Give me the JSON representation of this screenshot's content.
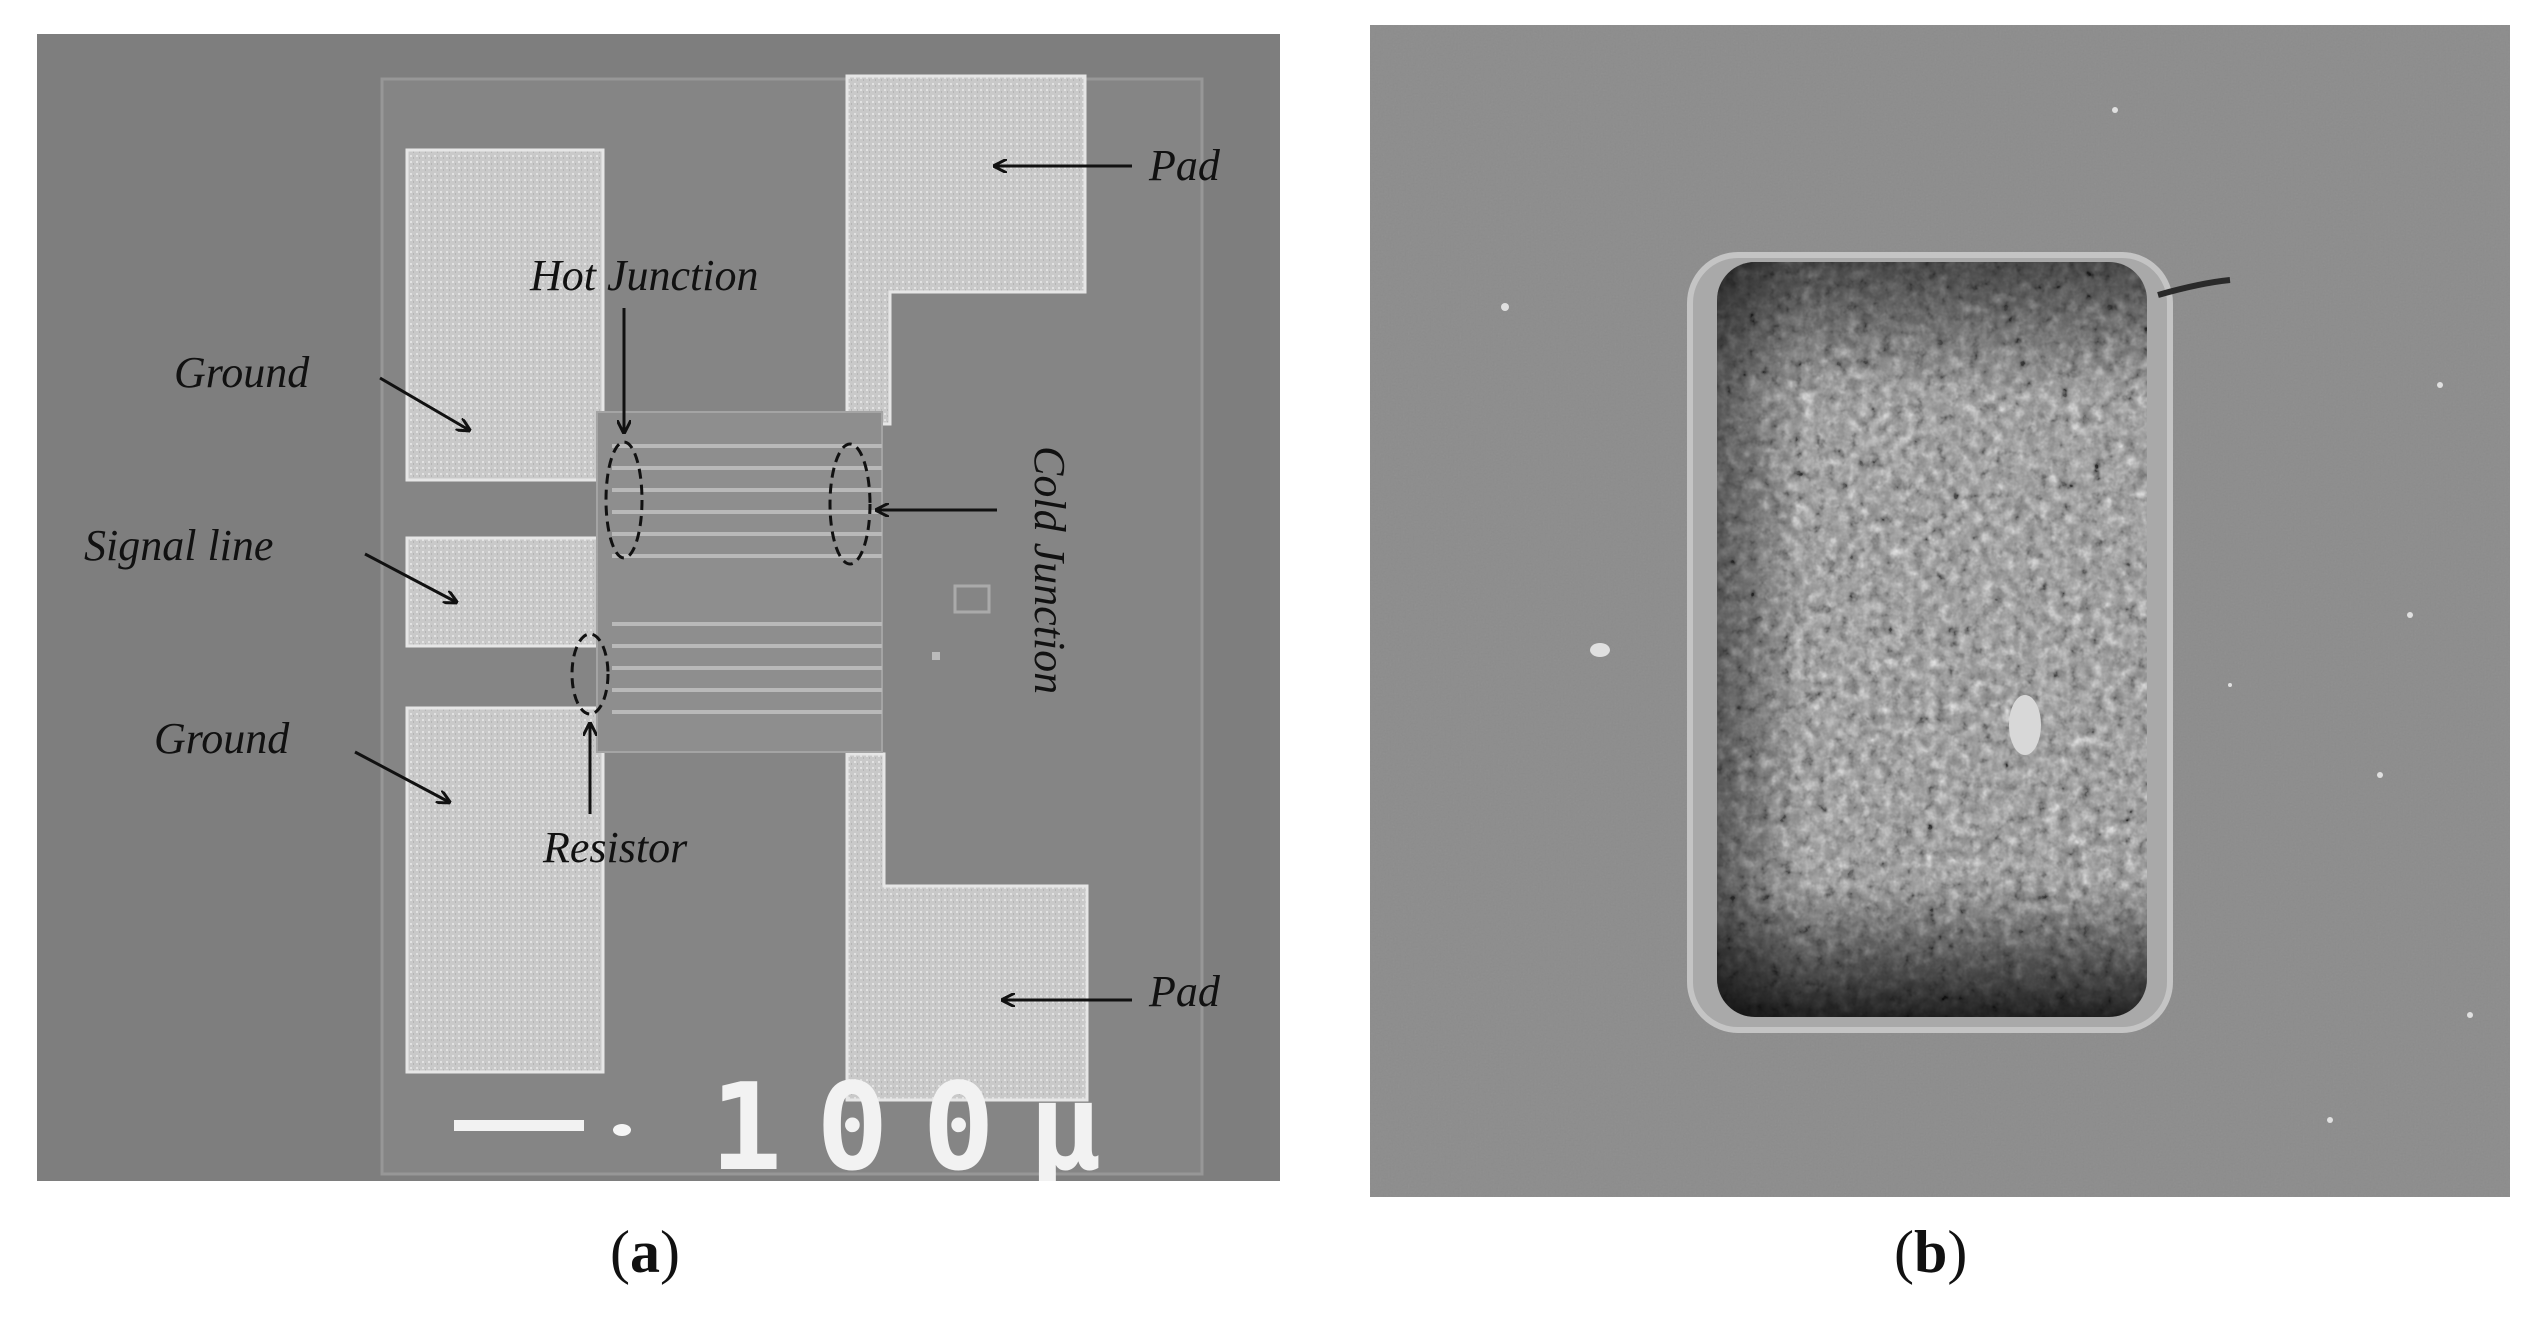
{
  "panel_a": {
    "labels": {
      "pad_top": "Pad",
      "hot_junction": "Hot Junction",
      "ground_top": "Ground",
      "signal_line": "Signal line",
      "cold_junction": "Cold Junction",
      "ground_bottom": "Ground",
      "resistor": "Resistor",
      "pad_bottom": "Pad"
    },
    "scale_bar_text": "100µ"
  },
  "captions": {
    "a_open": "(",
    "a_letter": "a",
    "a_close": ")",
    "b_open": "(",
    "b_letter": "b",
    "b_close": ")"
  }
}
